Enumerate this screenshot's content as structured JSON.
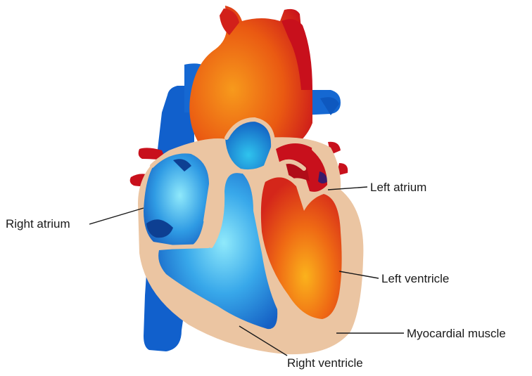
{
  "labels": {
    "right_atrium": "Right atrium",
    "left_atrium": "Left atrium",
    "left_ventricle": "Left ventricle",
    "myocardial_muscle": "Myocardial muscle",
    "right_ventricle": "Right ventricle"
  },
  "colors": {
    "oxygenated_dark": "#c8101c",
    "oxygenated_light": "#f7a21a",
    "deoxygenated_dark": "#0f5fc0",
    "deoxygenated_light": "#7fe3f8",
    "muscle": "#ebc5a2",
    "leader_line": "#1a1a1a"
  }
}
